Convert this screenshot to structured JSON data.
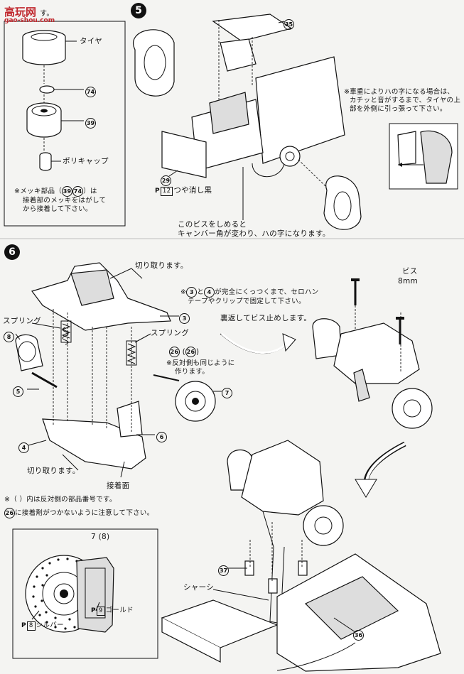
{
  "watermark": {
    "brand": "高玩网",
    "url": "gao-shou.com"
  },
  "step5": {
    "number": "5",
    "callouts": {
      "p35": "35",
      "p29": "29",
      "paint_code": "12",
      "paint_name": "つや消し黒"
    },
    "note_camber_line1": "このビスをしめると",
    "note_camber_line2": "キャンバー角が変わり、ハの字になります。",
    "note_weight_line1": "※車重によりハの字になる場合は、",
    "note_weight_line2": "カチッと音がするまで、タイヤの上",
    "note_weight_line3": "部を外側に引っ張って下さい。"
  },
  "inset_tire": {
    "intro_suffix": "す。",
    "label_tire": "タイヤ",
    "part_74": "74",
    "part_39": "39",
    "label_polycap": "ポリキャップ",
    "note_line1_prefix": "※メッキ部品（",
    "note_a": "39",
    "note_b": "74",
    "note_line1_suffix": "）は",
    "note_line2": "接着部のメッキをはがして",
    "note_line3": "から接着して下さい。"
  },
  "step6": {
    "number": "6",
    "cut_top": "切り取ります。",
    "part_3": "3",
    "spring_left": "スプリング",
    "spring_right": "スプリング",
    "part_8": "8",
    "part_5": "5",
    "part_4": "4",
    "part_6": "6",
    "part_7": "7",
    "cut_bottom": "切り取ります。",
    "glue_surface": "接着面",
    "part_26": "26",
    "part_26b": "26",
    "opposite_line1": "※反対側も同じように",
    "opposite_line2": "作ります。",
    "tape_note_mark": "※",
    "tape_a": "3",
    "tape_b": "4",
    "tape_line1_suffix": "が完全にくっつくまで、セロハン",
    "tape_line2": "テープやクリップで固定して下さい。",
    "flip_note": "裏返してビス止めします。",
    "screw_label": "ビス",
    "screw_size": "8mm",
    "paren_note": "※（ ）内は反対側の部品番号です。",
    "glue_warn_part": "26",
    "glue_warn": "に接着剤がつかないように注意して下さい。",
    "brake_parts": "7 (8)",
    "brake_silver_code": "8",
    "brake_silver": "シルバー",
    "brake_gold_code": "9",
    "brake_gold": "ゴールド",
    "chassis_label": "シャーシ",
    "part_37": "37",
    "part_36": "36"
  }
}
